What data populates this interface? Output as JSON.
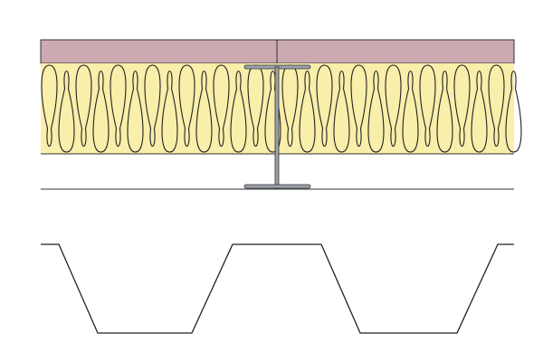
{
  "diagram": {
    "colors": {
      "board": "#cbaab2",
      "insulation": "#f9eeaa",
      "stud": "#9aa1a8",
      "line": "#222222"
    },
    "layers": [
      "board",
      "insulation",
      "steel-stud",
      "profiled-deck"
    ]
  }
}
